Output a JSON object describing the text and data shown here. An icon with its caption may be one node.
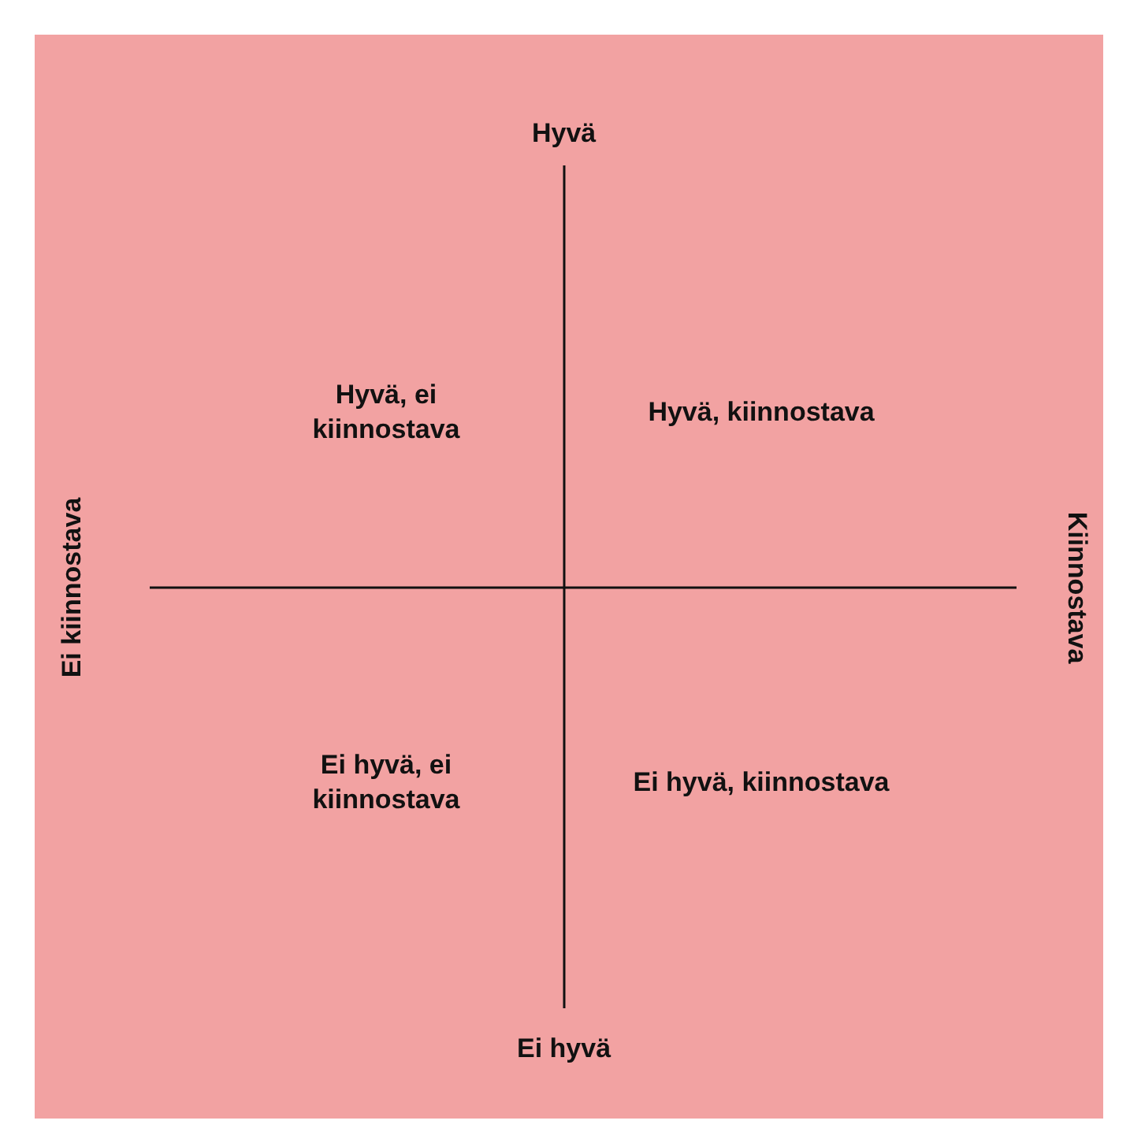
{
  "diagram": {
    "labels": [
      "Hyvä",
      "Ei kiinnostava",
      "Hyvä, ei kiinnostava",
      "Hyvä, kiinnostava",
      "Kiinnostava",
      "Ei hyvä, ei kiinnostava",
      "Ei hyvä, kiinnostava",
      "Ei hyvä"
    ]
  }
}
